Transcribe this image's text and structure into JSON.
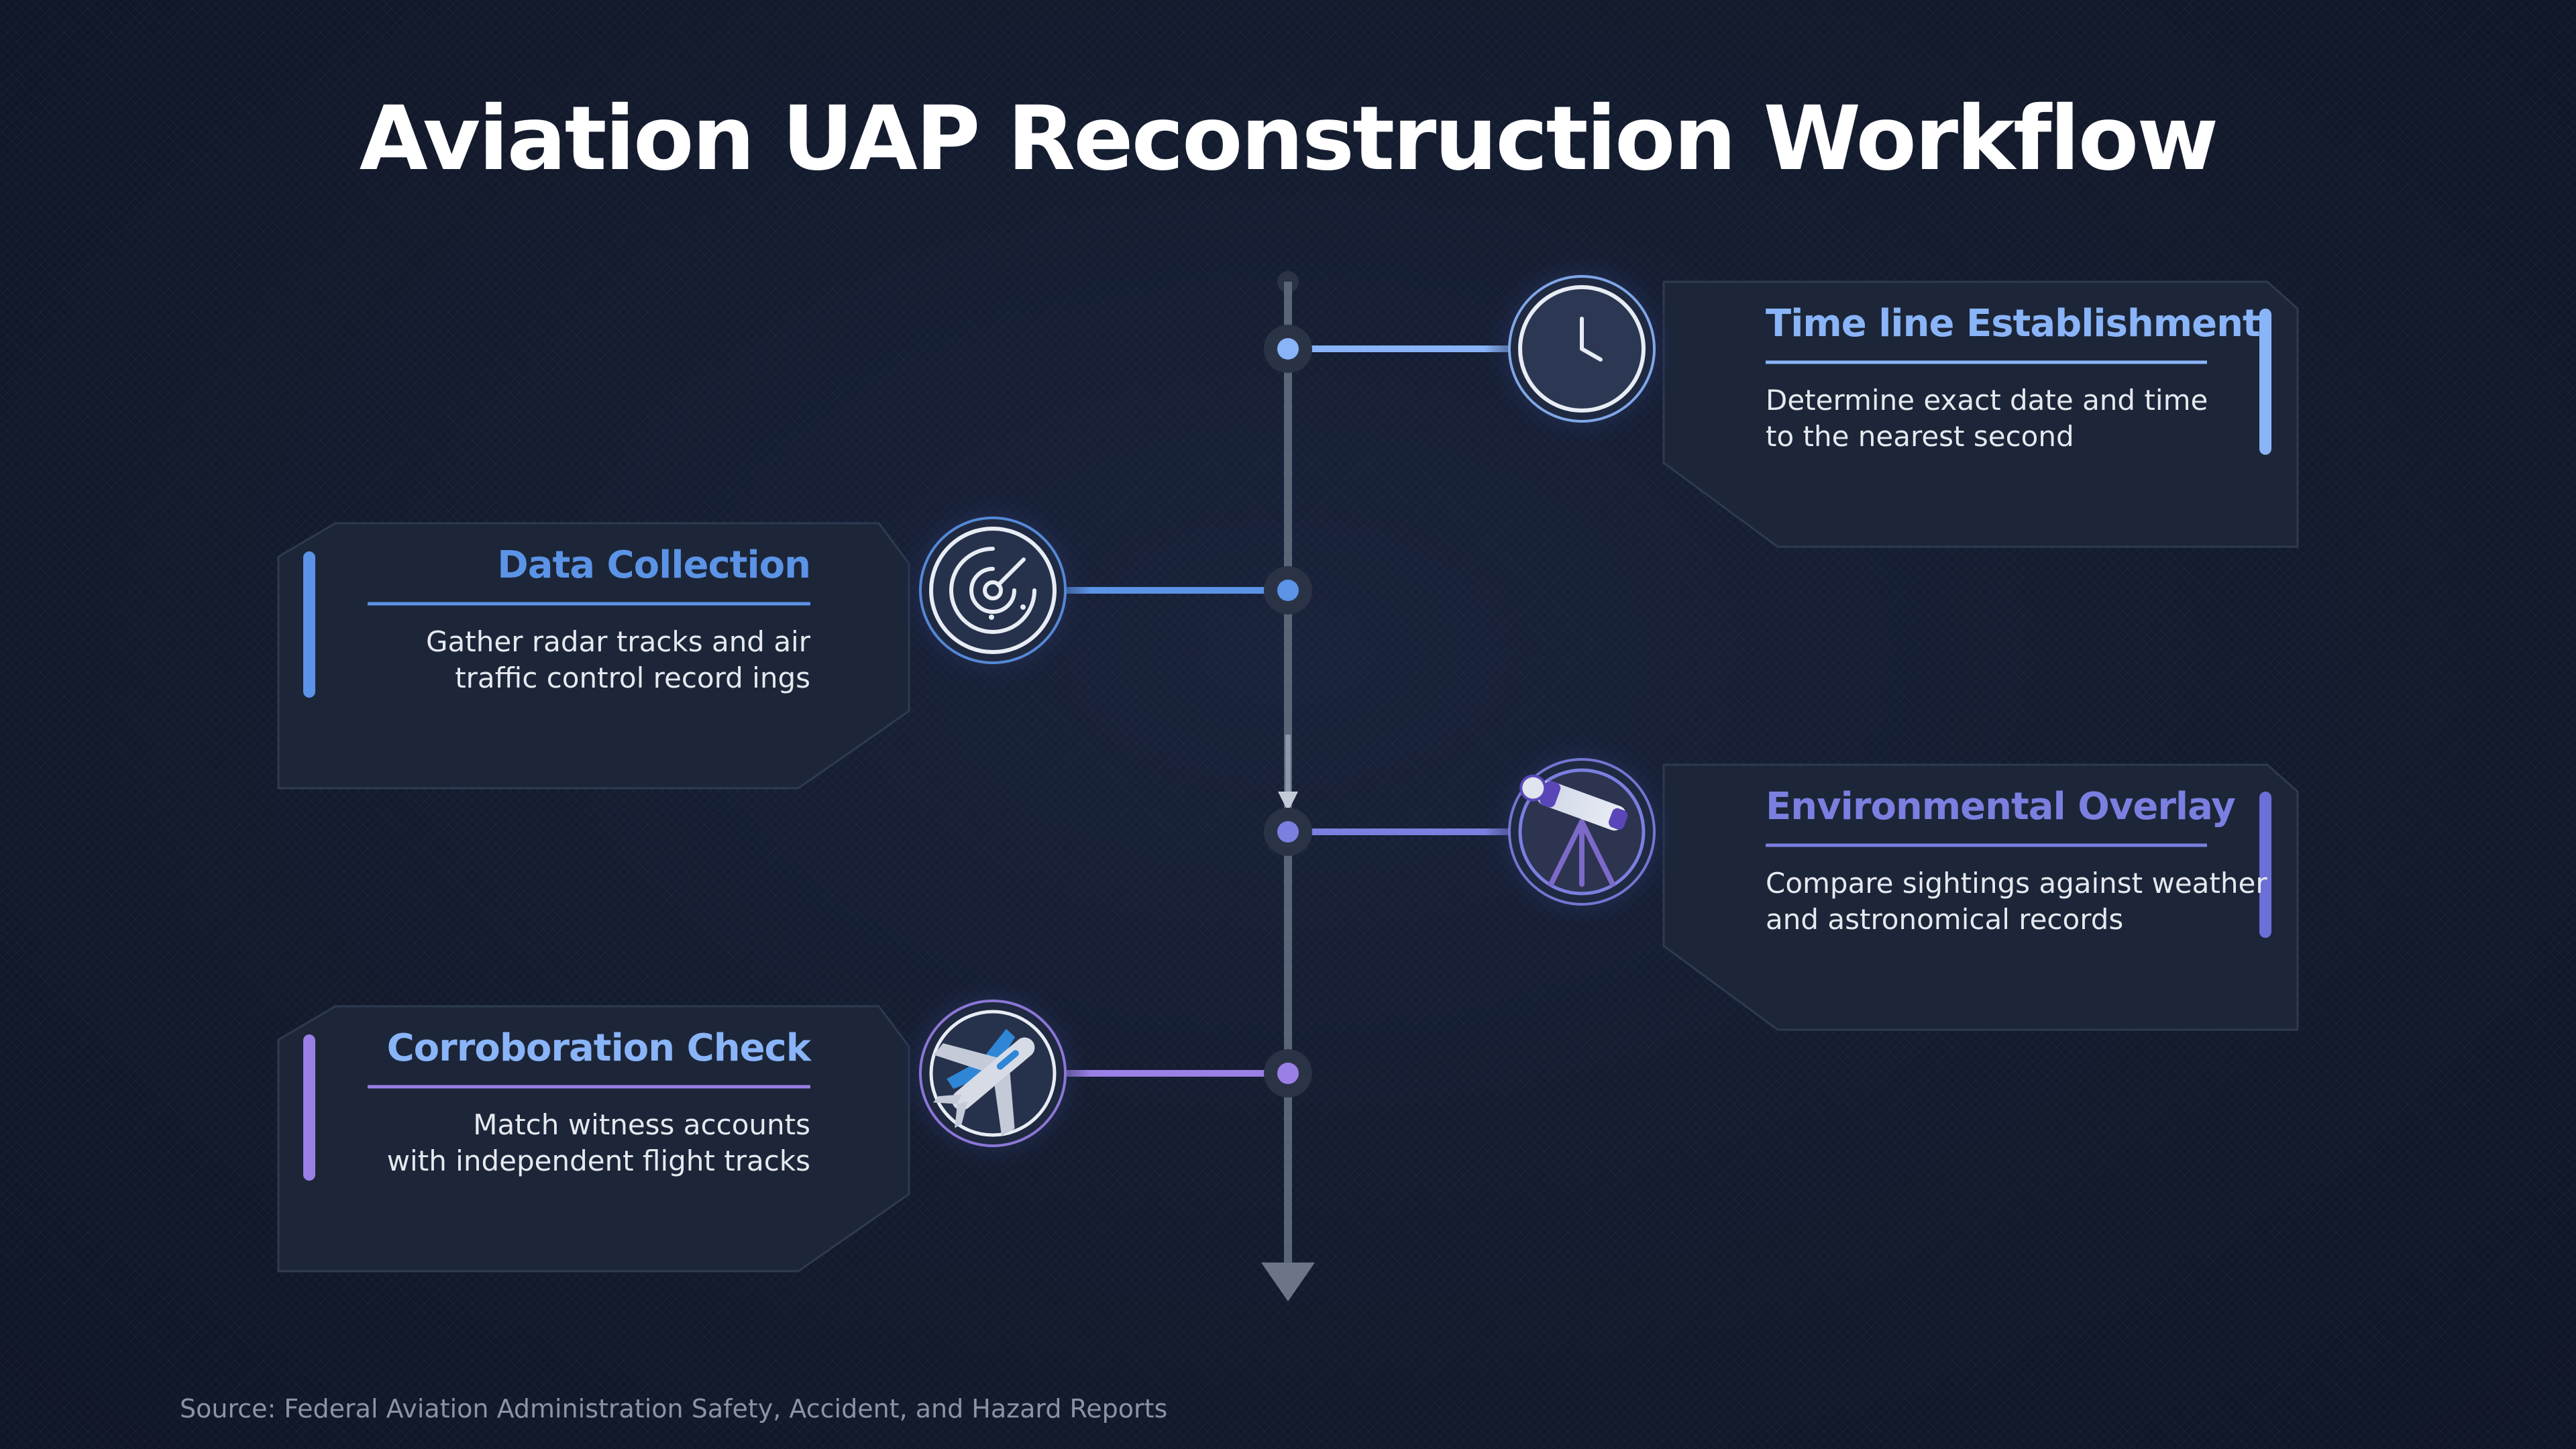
{
  "title": "Aviation UAP Reconstruction Workflow",
  "source": "Source: Federal Aviation Administration Safety, Accident, and Hazard Reports",
  "colors": {
    "background": "#131b2d",
    "card": "#1c2638",
    "spine": "#5a6577",
    "step1": "#8ab4f8",
    "step2": "#5b93e6",
    "step3": "#7b7fe0",
    "step4": "#9a7fe6"
  },
  "steps": [
    {
      "id": "timeline",
      "title": "Time line Establishment",
      "description": "Determine exact date and time\nto the nearest second",
      "icon": "clock-icon",
      "side": "right",
      "color": "#8ab4f8"
    },
    {
      "id": "data",
      "title": "Data Collection",
      "description": "Gather radar tracks and air\ntraffic control record ings",
      "icon": "radar-icon",
      "side": "left",
      "color": "#5b93e6"
    },
    {
      "id": "environment",
      "title": "Environmental Overlay",
      "description": "Compare sightings against weather\nand astronomical records",
      "icon": "telescope-icon",
      "side": "right",
      "color": "#7b7fe0"
    },
    {
      "id": "corroboration",
      "title": "Corroboration Check",
      "description": "Match witness accounts\nwith independent flight tracks",
      "icon": "airplane-icon",
      "side": "left",
      "color": "#9a7fe6"
    }
  ]
}
